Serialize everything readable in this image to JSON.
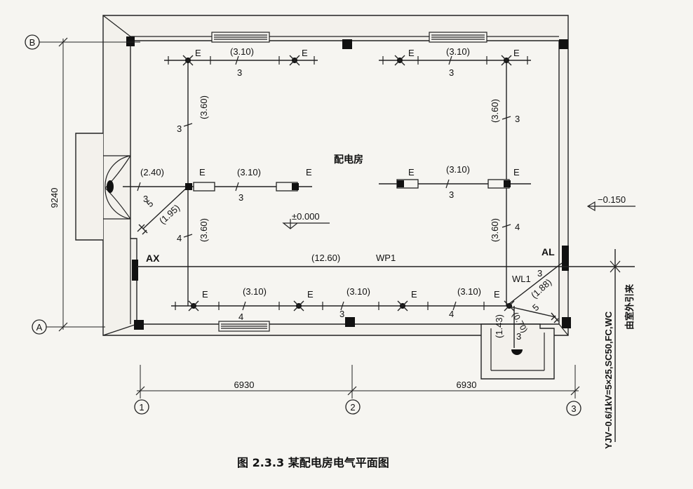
{
  "caption": "图 2.3.3  某配电房电气平面图",
  "room_name": "配电房",
  "axes": {
    "vertical": [
      "B",
      "A"
    ],
    "horizontal": [
      "1",
      "2",
      "3"
    ]
  },
  "dimensions": {
    "height": "9240",
    "span_left": "6930",
    "span_right": "6930"
  },
  "elevations": {
    "floor": "±0.000",
    "outside": "−0.150"
  },
  "fixture_label": "E",
  "segments": {
    "top_left_len": "(3.10)",
    "top_left_count": "3",
    "top_right_len": "(3.10)",
    "top_right_count": "3",
    "left_vert_upper_len": "(3.60)",
    "left_vert_upper_count": "3",
    "right_vert_upper_len": "(3.60)",
    "right_vert_upper_count": "3",
    "mid_left_stub_len": "(2.40)",
    "mid_left_stub_count": "3",
    "mid_left_len": "(3.10)",
    "mid_left_count": "3",
    "mid_right_len": "(3.10)",
    "mid_right_count": "3",
    "diag_left_len": "(1.95)",
    "diag_left_count": "5",
    "left_vert_lower_len": "(3.60)",
    "left_vert_lower_count": "4",
    "right_vert_lower_len": "(3.60)",
    "right_vert_lower_count": "4",
    "bottom_a_len": "(3.10)",
    "bottom_a_count": "4",
    "bottom_b_len": "(3.10)",
    "bottom_b_count": "3",
    "bottom_c_len": "(3.10)",
    "bottom_c_count": "4",
    "wp1_len": "(12.60)",
    "wp1_name": "WP1",
    "wl1_name": "WL1",
    "wl1_count": "3",
    "wl1_len": "(1.88)",
    "right_diag_count": "5",
    "right_diag_len": "(0.70)",
    "right_down_len": "(1.43)",
    "right_down_count": "3"
  },
  "panels": {
    "ax": "AX",
    "al": "AL"
  },
  "cable_spec": "YJV−0.6/1kV=5×25,SC50,FC,WC",
  "cable_source": "由室外引来"
}
